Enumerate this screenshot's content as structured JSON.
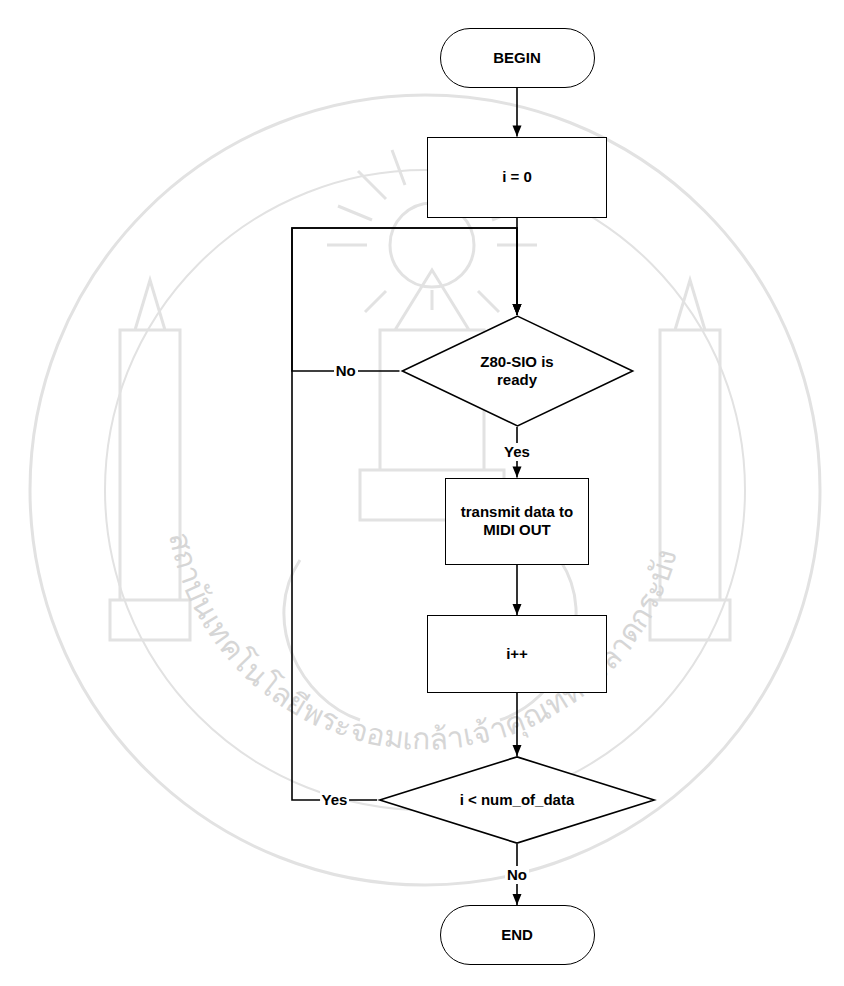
{
  "diagram": {
    "nodes": [
      {
        "text": [
          "BEGIN"
        ]
      },
      {
        "text": [
          "i = 0"
        ]
      },
      {
        "text": [
          "Z80-SIO is ready"
        ]
      },
      {
        "text": [
          "transmit data to MIDI OUT"
        ]
      },
      {
        "text": [
          "i++"
        ]
      },
      {
        "text": [
          "i < num_of_data"
        ]
      },
      {
        "text": [
          "END"
        ]
      }
    ],
    "edges": [
      {
        "from": 0,
        "to": 1,
        "arrow": "to"
      },
      {
        "from": 1,
        "to": 2,
        "arrow": "to"
      },
      {
        "from": 2,
        "to": 3,
        "label": "Yes",
        "arrow": "to"
      },
      {
        "from": 2,
        "to": 2,
        "label": "No",
        "arrow": "to"
      },
      {
        "from": 3,
        "to": 4,
        "arrow": "to"
      },
      {
        "from": 4,
        "to": 5,
        "arrow": "to"
      },
      {
        "from": 5,
        "to": 2,
        "label": "Yes",
        "arrow": "to"
      },
      {
        "from": 5,
        "to": 6,
        "label": "No",
        "arrow": "to"
      }
    ],
    "labels": [
      "สถาบันเทคโนโลยีพระจอมเกล้าเจ้าคุณทหารลาดกระบัง"
    ]
  }
}
